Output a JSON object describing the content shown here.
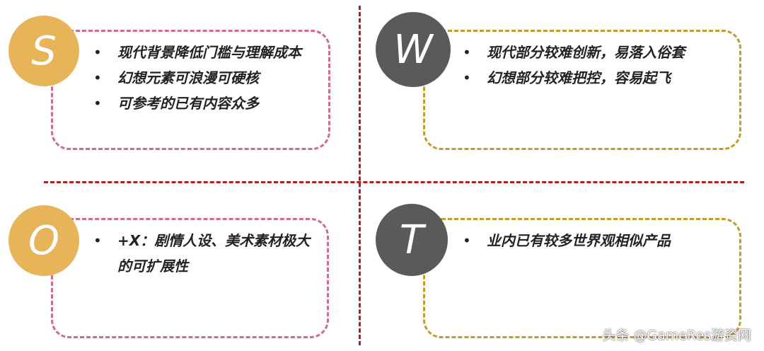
{
  "colors": {
    "divider": "#b01f24",
    "s_accent": "#e8b45a",
    "s_border": "#d06a8e",
    "w_accent": "#5b5a5a",
    "w_border": "#c59b2b",
    "o_accent": "#e8b45a",
    "o_border": "#d06a8e",
    "t_accent": "#5b5a5a",
    "t_border": "#c59b2b"
  },
  "quadrants": {
    "s": {
      "letter": "S",
      "items": [
        "现代背景降低门槛与理解成本",
        "幻想元素可浪漫可硬核",
        "可参考的已有内容众多"
      ]
    },
    "w": {
      "letter": "W",
      "items": [
        "现代部分较难创新，易落入俗套",
        "幻想部分较难把控，容易起飞"
      ]
    },
    "o": {
      "letter": "O",
      "items": [
        "+X：剧情人设、美术素材极大的可扩展性"
      ]
    },
    "t": {
      "letter": "T",
      "items": [
        "业内已有较多世界观相似产品"
      ]
    }
  },
  "watermark": "头条 @GameRes游资网"
}
